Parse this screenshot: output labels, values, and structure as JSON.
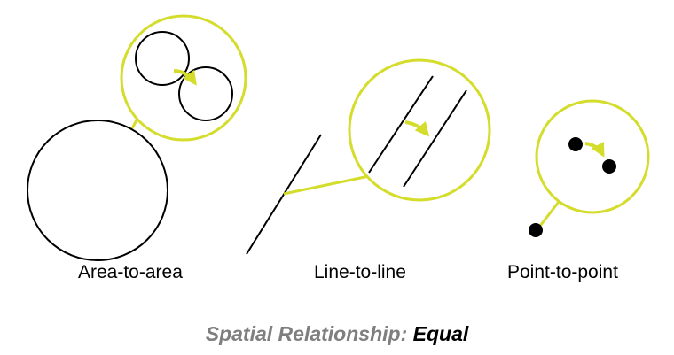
{
  "labels": {
    "area": "Area-to-area",
    "line": "Line-to-line",
    "point": "Point-to-point"
  },
  "caption": {
    "prefix": "Spatial Relationship: ",
    "value": "Equal"
  },
  "colors": {
    "accent": "#d4dc2c",
    "stroke": "#000000",
    "caption_prefix": "#7f7f7f",
    "caption_value": "#000000"
  }
}
